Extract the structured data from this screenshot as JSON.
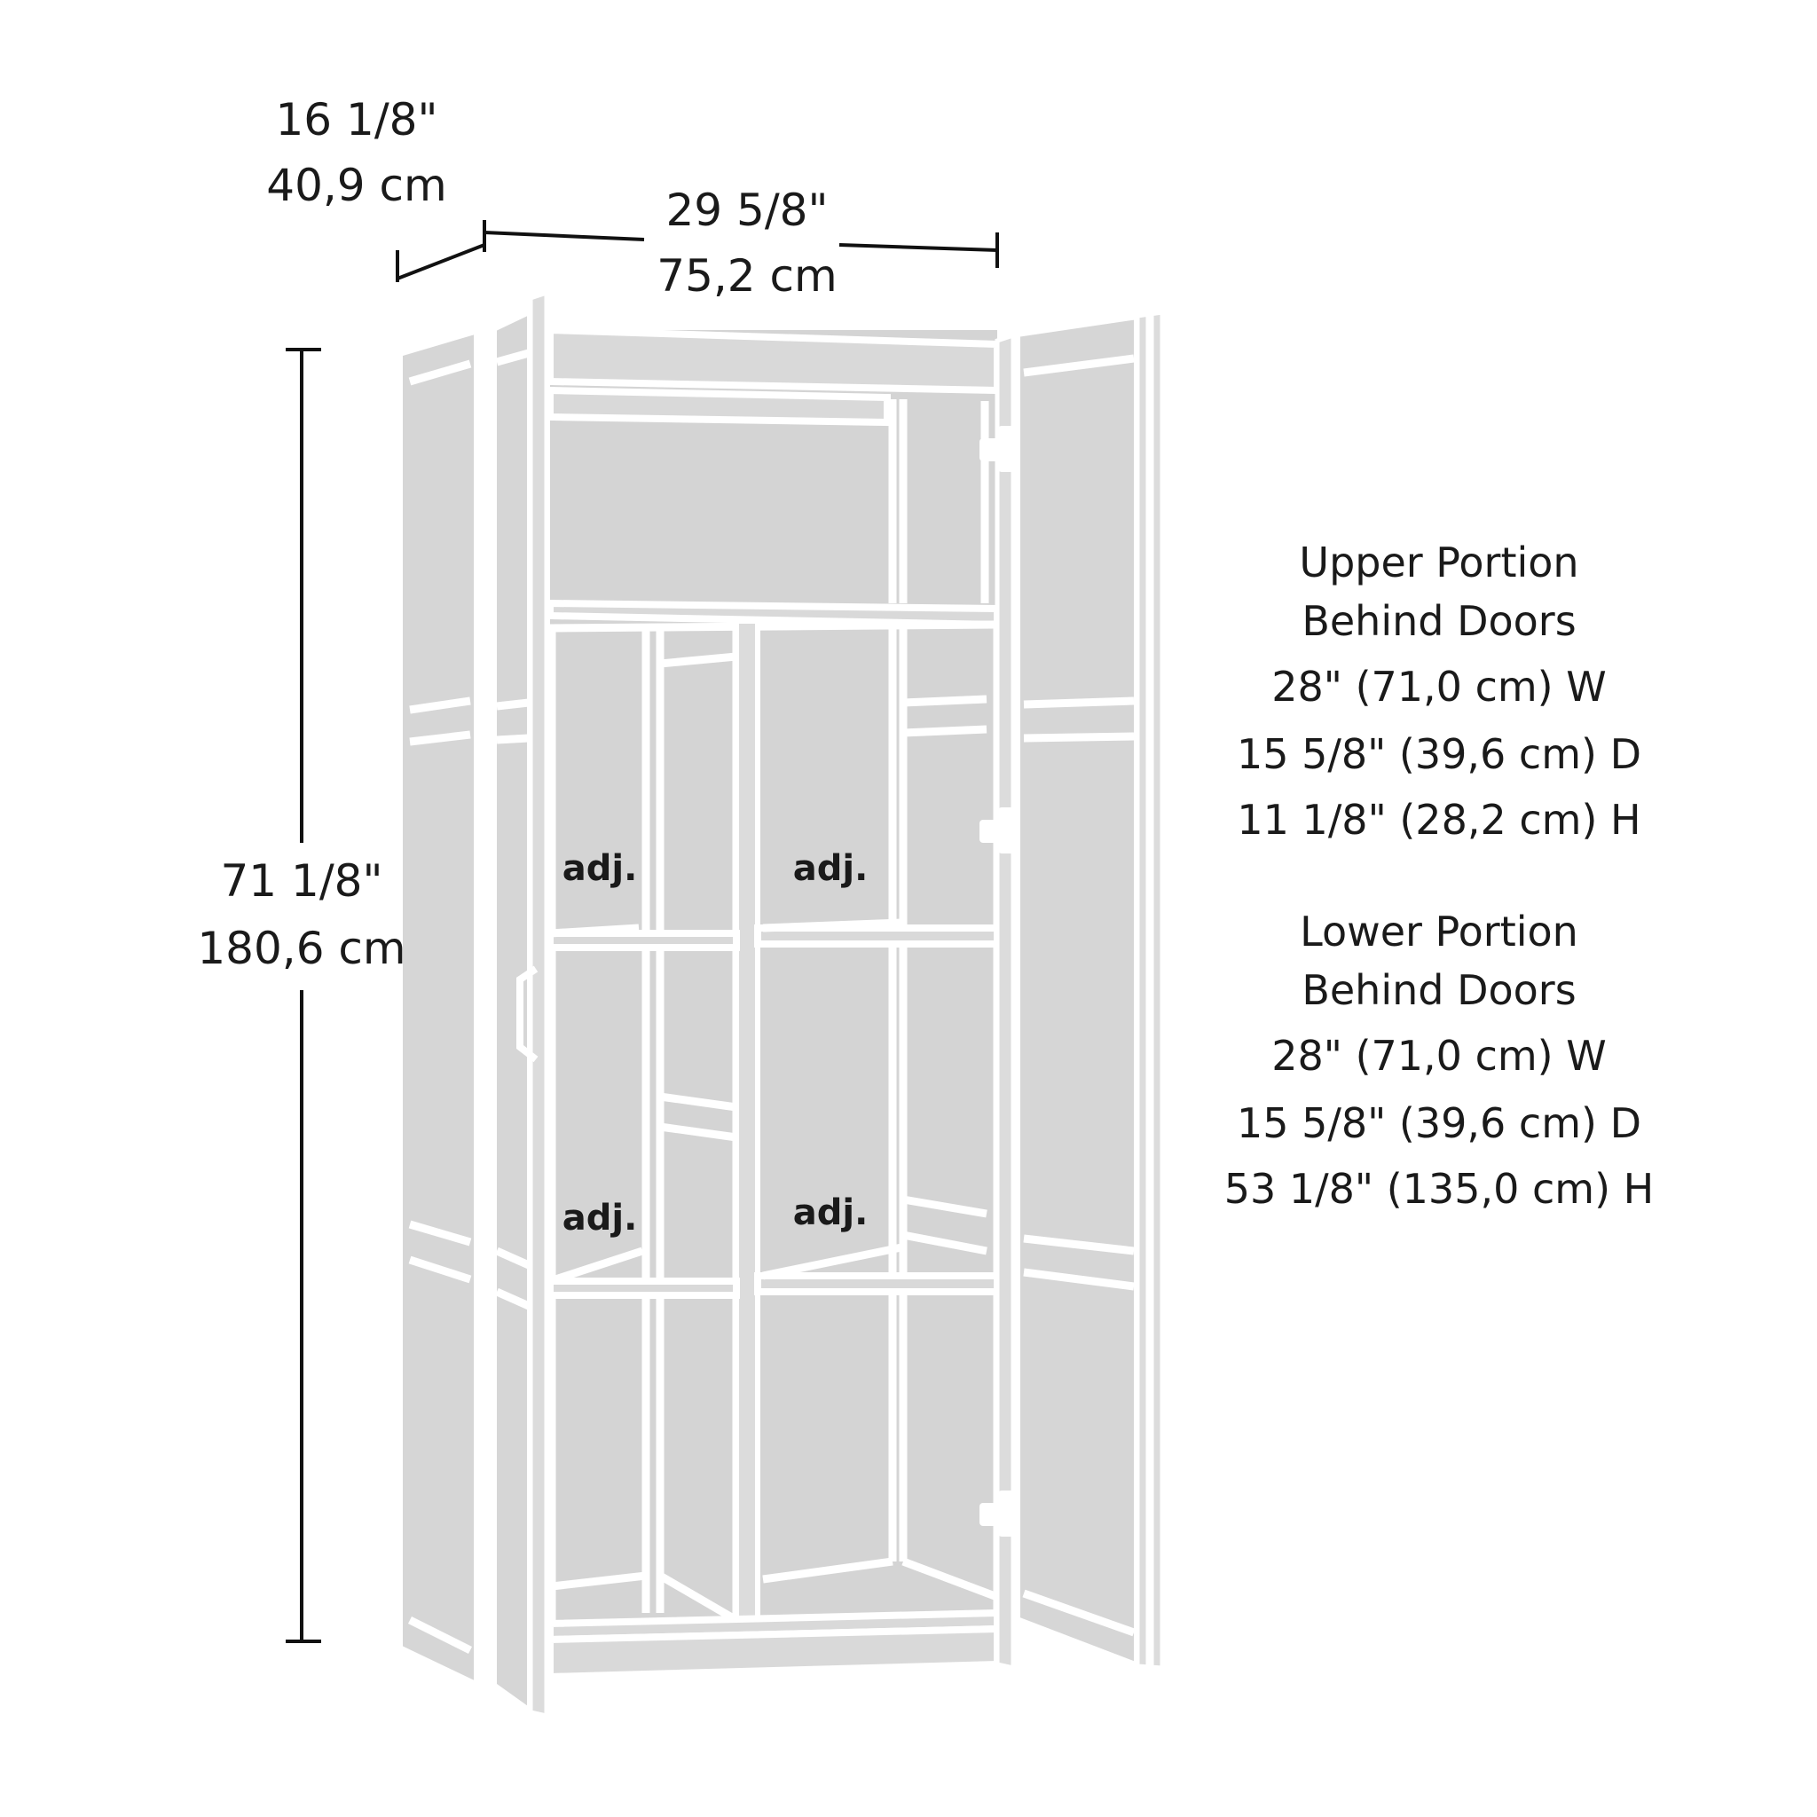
{
  "dimensions": {
    "depth_in": "16 1/8\"",
    "depth_cm": "40,9 cm",
    "width_in": "29 5/8\"",
    "width_cm": "75,2 cm",
    "height_in": "71 1/8\"",
    "height_cm": "180,6 cm"
  },
  "shelf_labels": [
    "adj.",
    "adj.",
    "adj.",
    "adj."
  ],
  "upper": {
    "title1": "Upper Portion",
    "title2": "Behind Doors",
    "w": "28\" (71,0 cm) W",
    "d": "15 5/8\" (39,6 cm) D",
    "h": "11 1/8\" (28,2 cm) H"
  },
  "lower": {
    "title1": "Lower Portion",
    "title2": "Behind Doors",
    "w": "28\" (71,0 cm) W",
    "d": "15 5/8\" (39,6 cm) D",
    "h": "53 1/8\" (135,0 cm) H"
  }
}
